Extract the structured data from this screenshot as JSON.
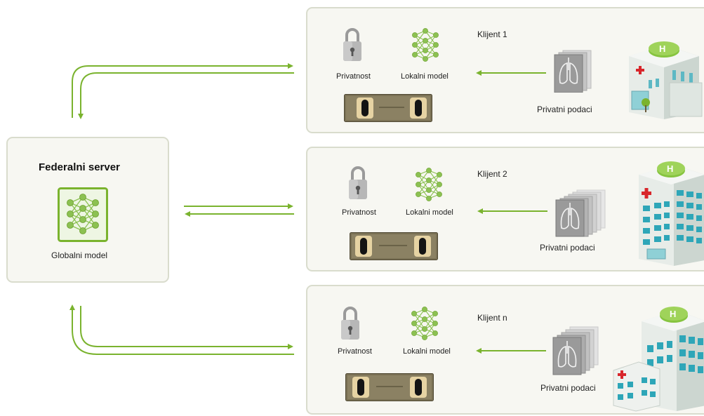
{
  "server": {
    "title": "Federalni server",
    "model_label": "Globalni model"
  },
  "clients": [
    {
      "name": "Klijent 1",
      "privacy_label": "Privatnost",
      "model_label": "Lokalni model",
      "data_label": "Privatni podaci"
    },
    {
      "name": "Klijent 2",
      "privacy_label": "Privatnost",
      "model_label": "Lokalni model",
      "data_label": "Privatni podaci"
    },
    {
      "name": "Klijent n",
      "privacy_label": "Privatnost",
      "model_label": "Lokalni model",
      "data_label": "Privatni podaci"
    }
  ],
  "icons": {
    "privacy": "padlock-icon",
    "model": "neural-network-icon",
    "data": "lung-scan-stack-icon",
    "hardware": "gpu-card-icon",
    "client_site": "hospital-icon"
  },
  "colors": {
    "arrow": "#7ab32e",
    "network": "#7ab32e",
    "panel_bg": "#f7f7f2",
    "panel_border": "#d9dccd",
    "hospital_sign": "#86c440",
    "hospital_cross": "#d8262b"
  }
}
